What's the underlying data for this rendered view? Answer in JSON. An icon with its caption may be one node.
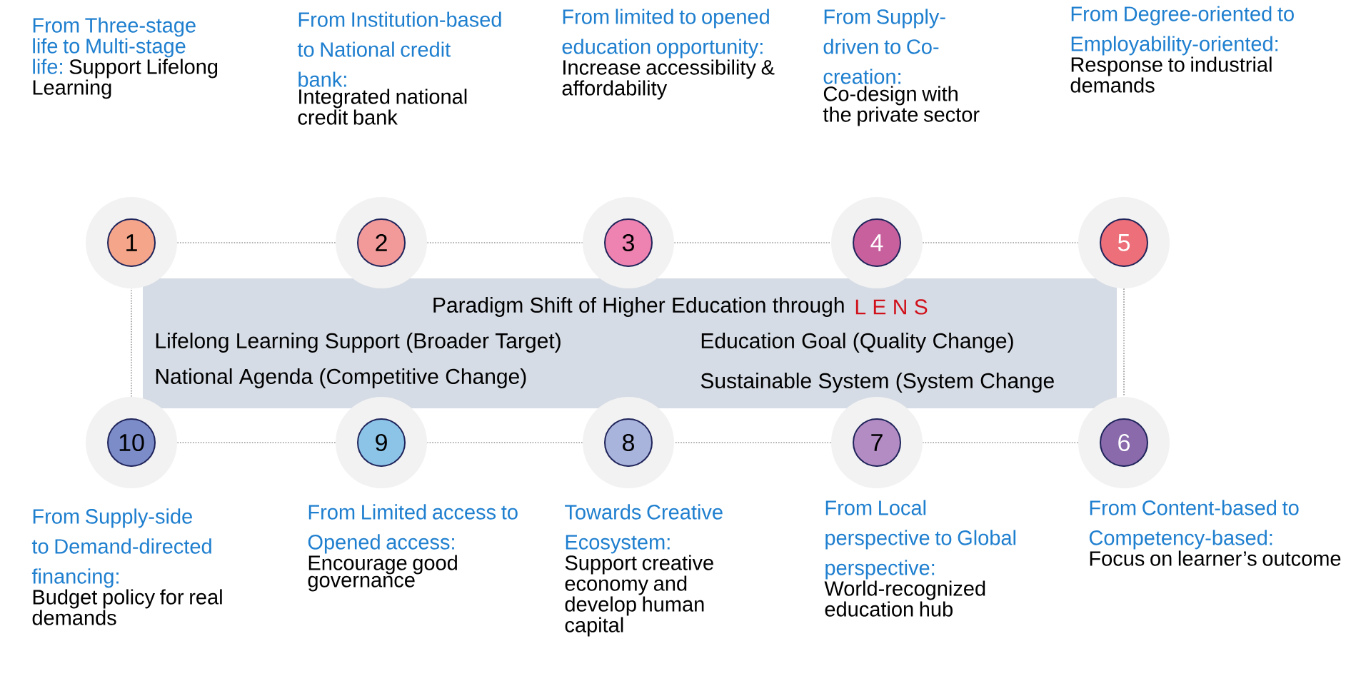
{
  "diagram": {
    "nodes": [
      {
        "text": [
          "Paradigm Shift of Higher Education through",
          "L E N S",
          "Lifelong Learning Support (Broader Target)",
          "Education Goal (Quality Change)",
          "National Agenda (Competitive Change)",
          "Sustainable System (System Change"
        ]
      },
      {
        "text": [
          "1"
        ],
        "beside": [
          "From Three-stage life to Multi-stage life:",
          "Support Lifelong Learning"
        ]
      },
      {
        "text": [
          "2"
        ],
        "beside": [
          "From Institution-based to National credit bank:",
          "Integrated national credit bank"
        ]
      },
      {
        "text": [
          "3"
        ],
        "beside": [
          "From limited to opened education opportunity:",
          "Increase accessibility & affordability"
        ]
      },
      {
        "text": [
          "4"
        ],
        "beside": [
          "From Supply-driven to Co-creation:",
          "Co-design with the private sector"
        ]
      },
      {
        "text": [
          "5"
        ],
        "beside": [
          "From Degree-oriented to Employability-oriented:",
          "Response to industrial demands"
        ]
      },
      {
        "text": [
          "6"
        ],
        "beside": [
          "From Content-based to Competency-based:",
          "Focus on learner’s outcome"
        ]
      },
      {
        "text": [
          "7"
        ],
        "beside": [
          "From Local perspective to Global perspective:",
          "World-recognized education hub"
        ]
      },
      {
        "text": [
          "8"
        ],
        "beside": [
          "Towards Creative Ecosystem:",
          "Support creative economy and develop human capital"
        ]
      },
      {
        "text": [
          "9"
        ],
        "beside": [
          "From Limited access to Opened access:",
          "Encourage good governance"
        ]
      },
      {
        "text": [
          "10"
        ],
        "beside": [
          "From Supply-side to Demand-directed financing:",
          "Budget policy for real demands"
        ]
      }
    ],
    "edges": [
      {
        "from": 1,
        "to": 2,
        "arrow": "none"
      },
      {
        "from": 2,
        "to": 3,
        "arrow": "none"
      },
      {
        "from": 3,
        "to": 4,
        "arrow": "none"
      },
      {
        "from": 4,
        "to": 5,
        "arrow": "none"
      },
      {
        "from": 5,
        "to": 6,
        "arrow": "none"
      },
      {
        "from": 6,
        "to": 7,
        "arrow": "none"
      },
      {
        "from": 7,
        "to": 8,
        "arrow": "none"
      },
      {
        "from": 8,
        "to": 9,
        "arrow": "none"
      },
      {
        "from": 9,
        "to": 10,
        "arrow": "none"
      },
      {
        "from": 10,
        "to": 1,
        "arrow": "none"
      }
    ]
  }
}
